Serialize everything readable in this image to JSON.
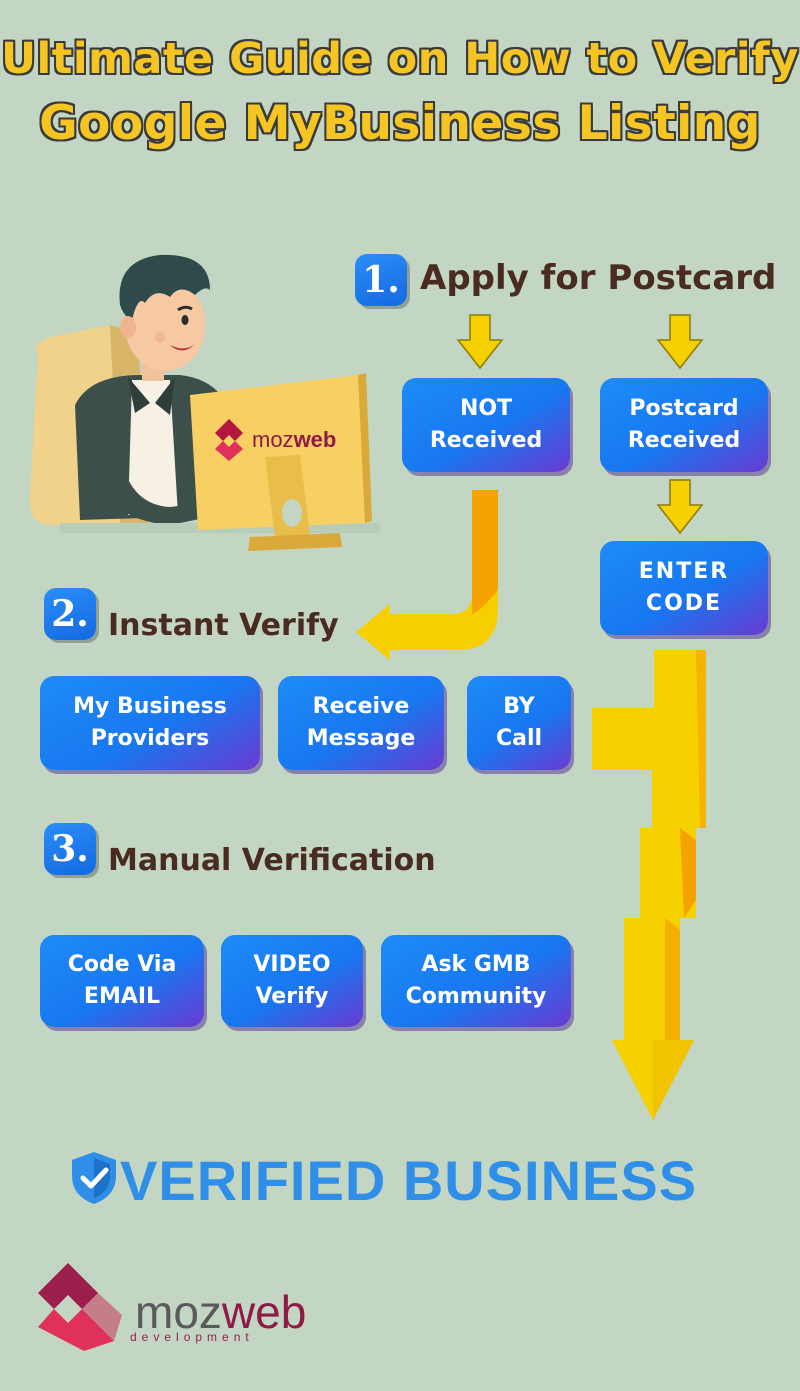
{
  "title": {
    "line1": "Ultimate Guide on How to Verify",
    "line2": "Google MyBusiness Listing"
  },
  "steps": [
    {
      "number": "1.",
      "label": "Apply for Postcard"
    },
    {
      "number": "2.",
      "label": "Instant Verify"
    },
    {
      "number": "3.",
      "label": "Manual Verification"
    }
  ],
  "boxes": {
    "not_received": [
      "NOT",
      "Received"
    ],
    "postcard_received": [
      "Postcard",
      "Received"
    ],
    "enter_code": [
      "ENTER",
      "CODE"
    ],
    "my_business_providers": [
      "My Business",
      "Providers"
    ],
    "receive_message": [
      "Receive",
      "Message"
    ],
    "by_call": [
      "BY",
      "Call"
    ],
    "code_via_email": [
      "Code Via",
      "EMAIL"
    ],
    "video_verify": [
      "VIDEO",
      "Verify"
    ],
    "ask_gmb_community": [
      "Ask GMB",
      "Community"
    ]
  },
  "result": "VERIFIED BUSINESS",
  "brand": {
    "name_part1": "moz",
    "name_part2": "web",
    "tagline": "development"
  },
  "colors": {
    "background": "#c2d6c3",
    "title_yellow": "#f5c623",
    "box_blue": "#1877f0",
    "box_purple": "#6a3ad2",
    "arrow_yellow": "#f7d000",
    "arrow_orange": "#f4a300",
    "verified_blue": "#2f8fe8",
    "brand_maroon": "#8e1a45",
    "brand_red": "#e0315a"
  },
  "icons": [
    "shield-check-icon",
    "down-arrow-icon",
    "mozweb-logo-icon",
    "person-at-computer-illustration"
  ]
}
